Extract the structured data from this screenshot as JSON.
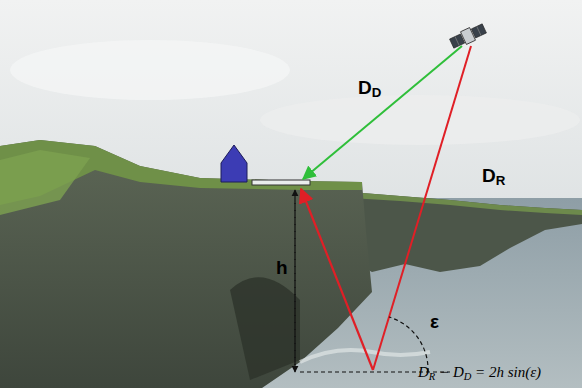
{
  "diagram": {
    "labels": [
      "DD",
      "DR",
      "h",
      "ε",
      "DR − DD = 2h sin(ε)"
    ]
  }
}
